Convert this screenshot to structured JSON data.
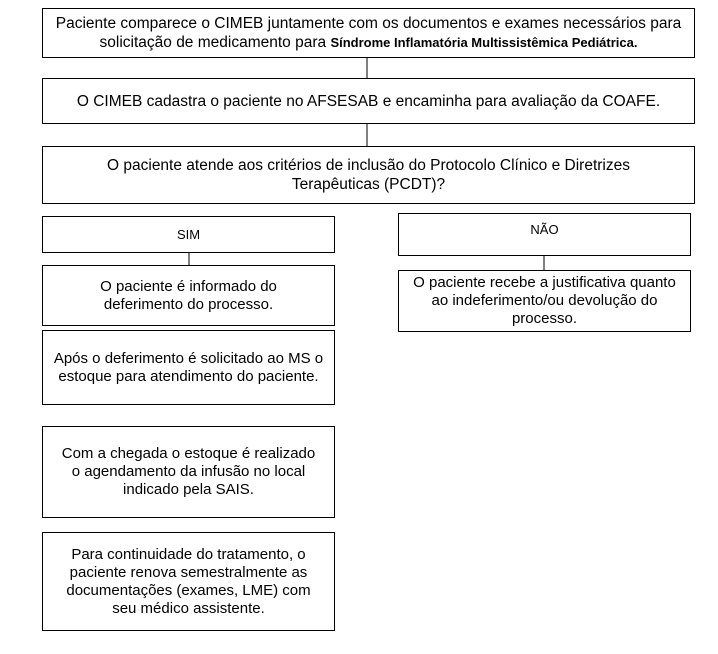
{
  "steps": {
    "step1_text": "Paciente comparece o CIMEB juntamente com os documentos e exames necessários para solicitação de medicamento para",
    "step1_bold": "Síndrome Inflamatória Multissistêmica Pediátrica.",
    "step2": "O CIMEB cadastra o paciente no AFSESAB e encaminha para avaliação da COAFE.",
    "decision": "O paciente atende aos critérios de inclusão do Protocolo Clínico e Diretrizes Terapêuticas (PCDT)?"
  },
  "branches": {
    "yes_label": "SIM",
    "no_label": "NÃO"
  },
  "yes_path": {
    "informed": "O paciente é informado do deferimento do processo.",
    "stock_request": "Após o deferimento é solicitado ao MS o estoque para atendimento do paciente.",
    "scheduling": "Com a chegada o estoque é realizado o agendamento da infusão no local indicado pela SAIS.",
    "renewal": "Para continuidade do tratamento, o paciente renova semestralmente as documentações (exames, LME) com seu médico assistente."
  },
  "no_path": {
    "justification": "O paciente recebe a justificativa quanto ao indeferimento/ou devolução do processo."
  }
}
